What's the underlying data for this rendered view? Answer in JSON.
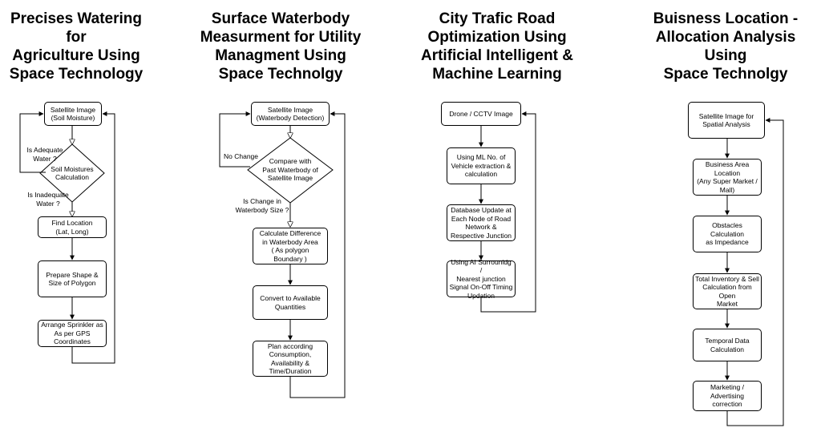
{
  "diagrams": [
    {
      "title": "Precises Watering for\nAgriculture Using\nSpace Technology",
      "nodes": {
        "satellite": "Satellite Image\n(Soil Moisture)",
        "decision": "Soil Moistures\nCalculation",
        "find_location": "Find Location\n(Lat, Long)",
        "prepare_shape": "Prepare Shape &\nSize of Polygon",
        "arrange_sprinkler": "Arrange Sprinkler as\nAs per GPS\nCoordinates"
      },
      "labels": {
        "adequate": "Is Adequate\nWater ?",
        "inadequate": "Is Inadequate\nWater ?"
      }
    },
    {
      "title": "Surface Waterbody\nMeasurment for Utility\nManagment Using\nSpace Technolgy",
      "nodes": {
        "satellite": "Satellite Image\n(Waterbody Detection)",
        "decision": "Compare with\nPast Waterbody of\nSatellite Image",
        "calc_difference": "Calculate Difference\nin Waterbody Area\n( As polygon\nBoundary )",
        "convert": "Convert to Available\nQuantities",
        "plan": "Plan according\nConsumption,\nAvailability &\nTime/Duration"
      },
      "labels": {
        "no_change": "No Change",
        "is_change": "Is Change in\nWaterbody  Size ?"
      }
    },
    {
      "title": "City Trafic Road\nOptimization Using\nArtificial Intelligent &\nMachine Learning",
      "nodes": {
        "drone": "Drone / CCTV Image",
        "ml_extraction": "Using ML No. of\nVehicle extraction &\ncalculation",
        "database_update": "Database Update at\nEach Node of Road\nNetwork &\nRespective Junction",
        "ai_signal": "Using AI Surrounidg /\nNearest junction\nSignal On-Off Timing\nUpdation"
      }
    },
    {
      "title": "Buisness Location -\nAllocation Analysis Using\nSpace Technolgy",
      "nodes": {
        "satellite": "Satellite Image for\nSpatial Analysis",
        "business_area": "Business Area\nLocation\n(Any Super Market /\nMall)",
        "obstacles": "Obstacles Calculation\nas Impedance",
        "inventory": "Total Inventory & Sell\nCalculation from Open\nMarket",
        "temporal": "Temporal Data\nCalculation",
        "marketing": "Marketing / Advertising\ncorrection"
      }
    }
  ],
  "colors": {
    "line": "#000000",
    "background": "#ffffff"
  }
}
